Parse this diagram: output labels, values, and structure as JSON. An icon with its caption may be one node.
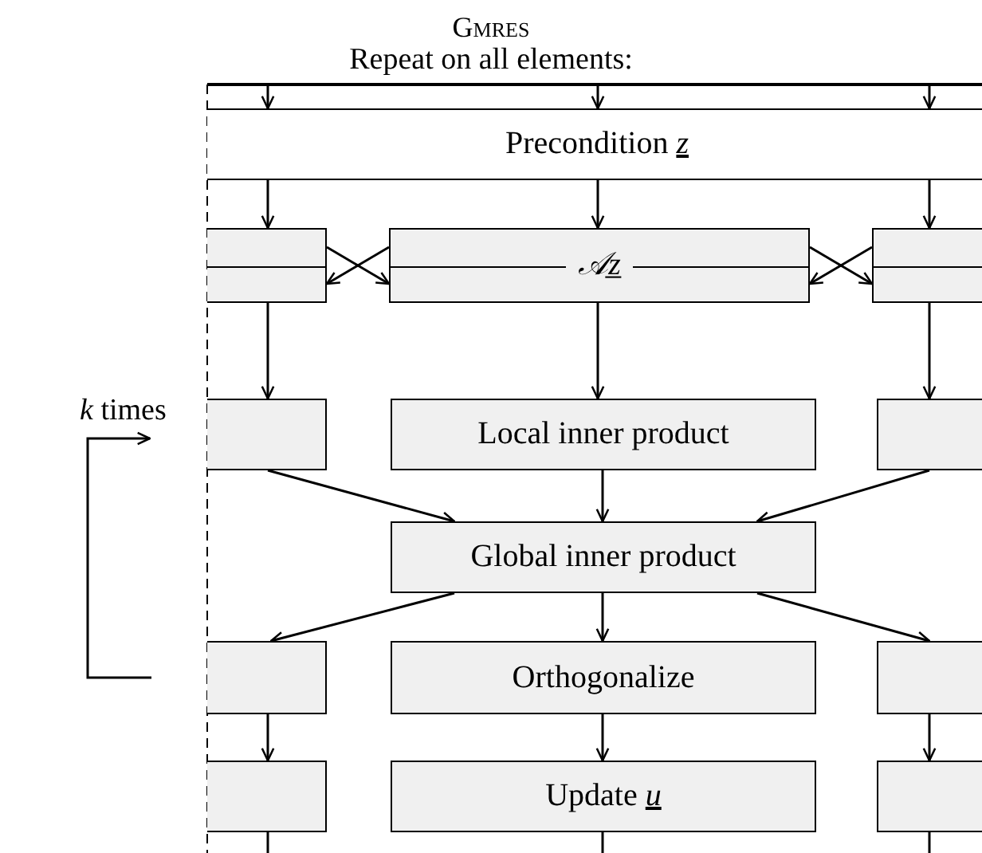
{
  "diagram": {
    "title": "Gmres",
    "nodes": [
      {
        "text": [],
        "shape": "bar"
      },
      {
        "text": [
          "Precondition *z*"
        ]
      },
      {
        "text": [],
        "shape": "box"
      },
      {
        "text": [
          "𝒜z̲"
        ]
      },
      {
        "text": [],
        "shape": "box"
      },
      {
        "text": [],
        "shape": "box"
      },
      {
        "text": [
          "Local inner product"
        ]
      },
      {
        "text": [],
        "shape": "box"
      },
      {
        "text": [
          "Global inner product"
        ]
      },
      {
        "text": [],
        "shape": "box"
      },
      {
        "text": [
          "Orthogonalize"
        ]
      },
      {
        "text": [],
        "shape": "box"
      },
      {
        "text": [],
        "shape": "box"
      },
      {
        "text": [
          "Update *u*"
        ]
      },
      {
        "text": [],
        "shape": "box"
      }
    ],
    "edges": [
      {
        "from": 0,
        "to": 1,
        "arrow": "to"
      },
      {
        "from": 0,
        "to": 1,
        "arrow": "to"
      },
      {
        "from": 0,
        "to": 1,
        "arrow": "to"
      },
      {
        "from": 1,
        "to": 2,
        "arrow": "to"
      },
      {
        "from": 1,
        "to": 3,
        "arrow": "to"
      },
      {
        "from": 1,
        "to": 4,
        "arrow": "to"
      },
      {
        "from": 2,
        "to": 3,
        "arrow": "to"
      },
      {
        "from": 3,
        "to": 2,
        "arrow": "to"
      },
      {
        "from": 3,
        "to": 4,
        "arrow": "to"
      },
      {
        "from": 4,
        "to": 3,
        "arrow": "to"
      },
      {
        "from": 2,
        "to": 5,
        "arrow": "to"
      },
      {
        "from": 3,
        "to": 6,
        "arrow": "to"
      },
      {
        "from": 4,
        "to": 7,
        "arrow": "to"
      },
      {
        "from": 5,
        "to": 8,
        "arrow": "to"
      },
      {
        "from": 6,
        "to": 8,
        "arrow": "to"
      },
      {
        "from": 7,
        "to": 8,
        "arrow": "to"
      },
      {
        "from": 8,
        "to": 9,
        "arrow": "to"
      },
      {
        "from": 8,
        "to": 10,
        "arrow": "to"
      },
      {
        "from": 8,
        "to": 11,
        "arrow": "to"
      },
      {
        "from": 9,
        "to": 12,
        "arrow": "to"
      },
      {
        "from": 10,
        "to": 13,
        "arrow": "to"
      },
      {
        "from": 11,
        "to": 14,
        "arrow": "to"
      },
      {
        "from": 12,
        "to": null,
        "arrow": "none"
      },
      {
        "from": 13,
        "to": null,
        "arrow": "none"
      },
      {
        "from": 14,
        "to": null,
        "arrow": "none"
      }
    ],
    "labels": [
      "Repeat on all elements:",
      "*k* times"
    ]
  }
}
